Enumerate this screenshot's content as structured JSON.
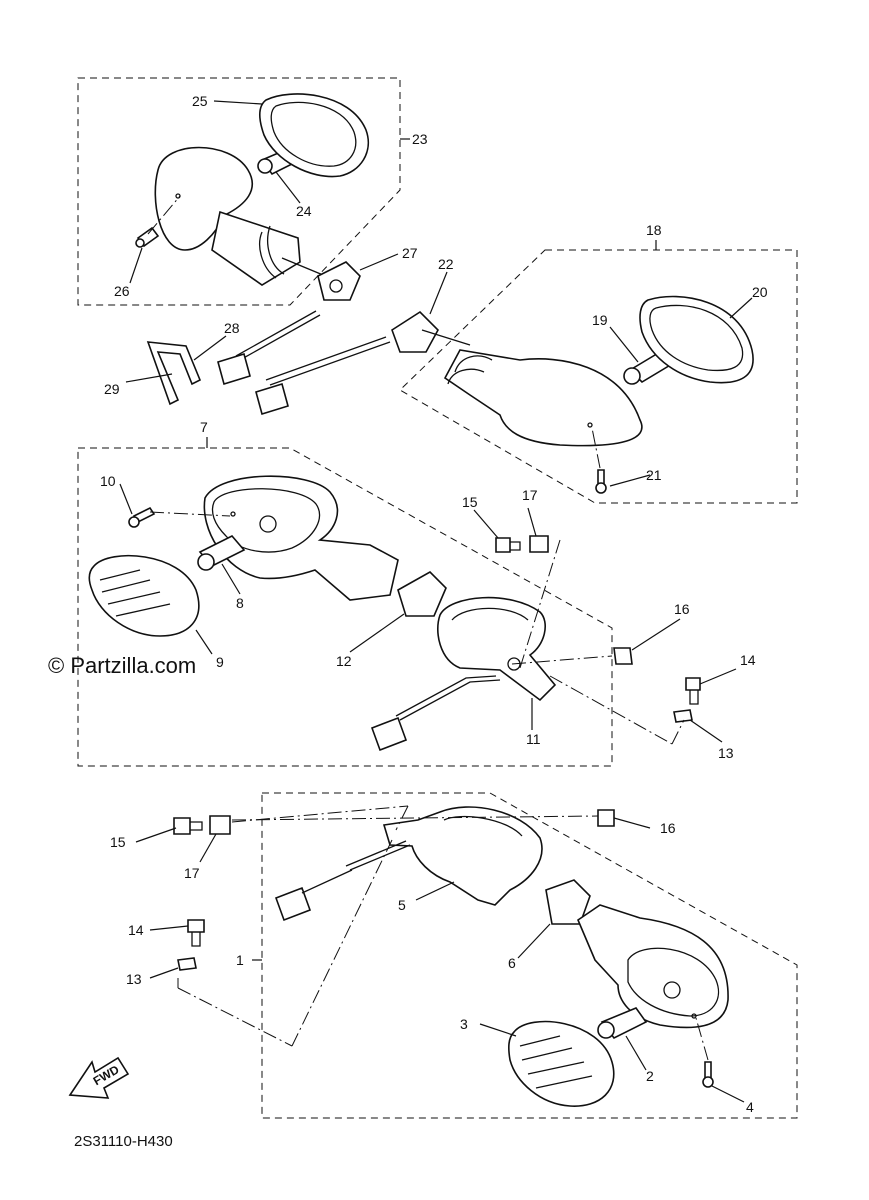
{
  "watermark": "© Partzilla.com",
  "diagram_code": "2S31110-H430",
  "fwd_label": "FWD",
  "callouts": [
    "1",
    "2",
    "3",
    "4",
    "5",
    "6",
    "7",
    "8",
    "9",
    "10",
    "11",
    "12",
    "13",
    "14",
    "15",
    "16",
    "17",
    "18",
    "19",
    "20",
    "21",
    "22",
    "23",
    "24",
    "25",
    "26",
    "27",
    "28",
    "29"
  ],
  "callouts_repeat": {
    "13b": "13",
    "14b": "14",
    "15b": "15",
    "16b": "16",
    "17b": "17"
  }
}
